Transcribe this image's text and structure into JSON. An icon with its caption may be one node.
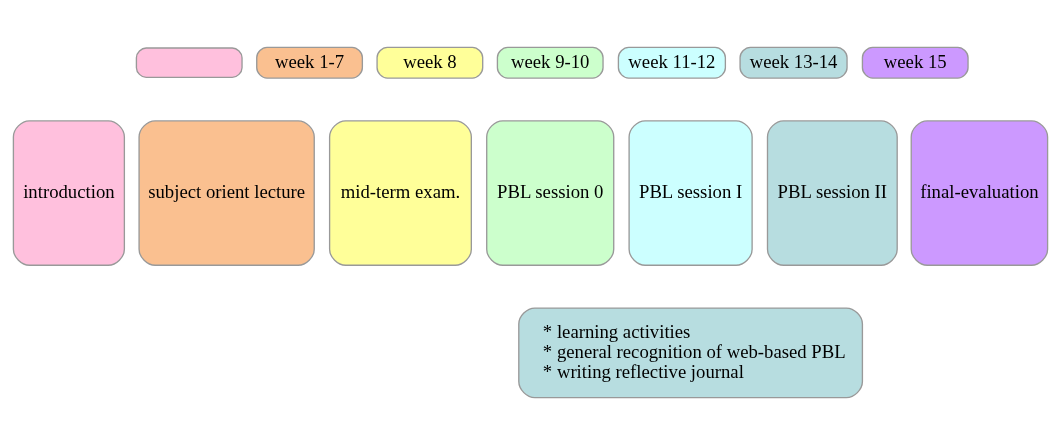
{
  "diagram": {
    "nodes": [
      {
        "text": [],
        "shape": "box"
      },
      {
        "text": [
          "week 1-7"
        ]
      },
      {
        "text": [
          "week 8"
        ]
      },
      {
        "text": [
          "week 9-10"
        ]
      },
      {
        "text": [
          "week 11-12"
        ]
      },
      {
        "text": [
          "week 13-14"
        ]
      },
      {
        "text": [
          "week 15"
        ]
      },
      {
        "text": [
          "introduction"
        ]
      },
      {
        "text": [
          "subject orient lecture"
        ]
      },
      {
        "text": [
          "mid-term exam."
        ]
      },
      {
        "text": [
          "PBL session 0"
        ]
      },
      {
        "text": [
          "PBL session I"
        ]
      },
      {
        "text": [
          "PBL session II"
        ]
      },
      {
        "text": [
          "final-evaluation"
        ]
      },
      {
        "text": [
          "* learning activities",
          "* general recognition of web-based PBL",
          "* writing reflective journal"
        ]
      }
    ],
    "edges": []
  }
}
